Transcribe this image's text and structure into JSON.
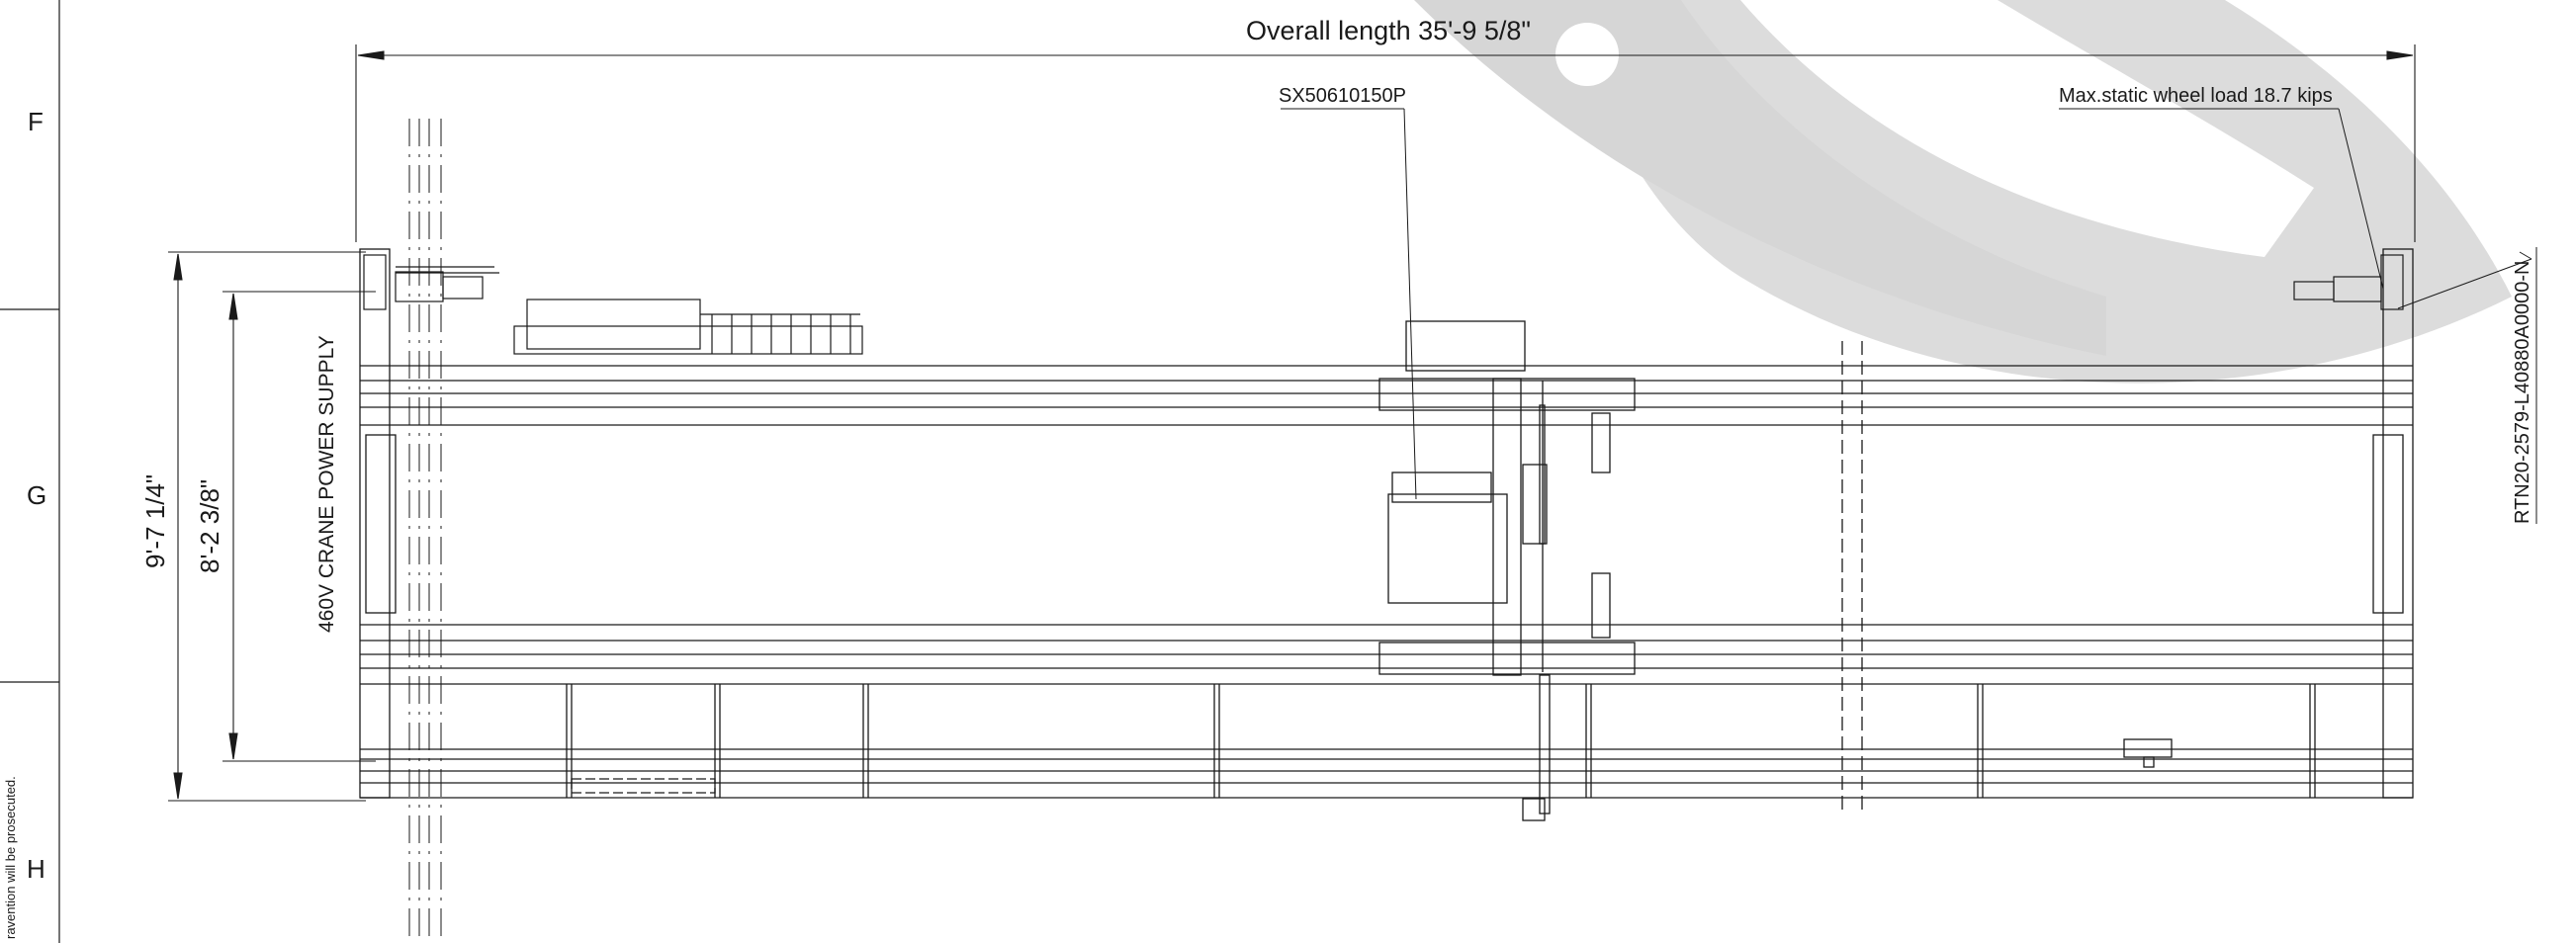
{
  "border": {
    "zones": [
      "F",
      "G",
      "H"
    ],
    "notice": "ravention will be prosecuted."
  },
  "drawing": {
    "dimensions": {
      "overall_length": "Overall length 35'-9 5/8\"",
      "height_outer": "9'-7 1/4\"",
      "height_inner": "8'-2 3/8\""
    },
    "labels": {
      "power_supply": "460V CRANE POWER SUPPLY",
      "hoist_model": "SX50610150P",
      "wheel_load": "Max.static wheel load 18.7  kips",
      "drawing_number": "RTN20-2579-L40880A0000-N"
    },
    "colors": {
      "line": "#1a1a1a",
      "watermark": "#d4d4d4"
    }
  }
}
